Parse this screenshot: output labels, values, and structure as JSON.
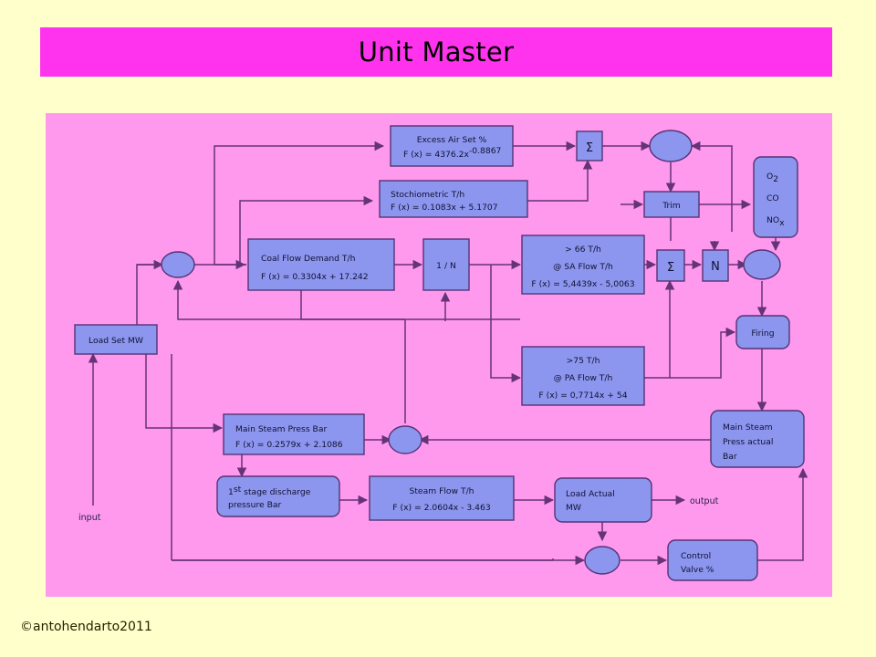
{
  "slide": {
    "title": "Unit Master",
    "copyright": "©antohendarto2011",
    "background_color": "#FFFFCC",
    "title_bar_color": "#FF33EE",
    "panel_color": "#FF99EE",
    "node_fill_color": "#8C96EE",
    "node_stroke_color": "#553377"
  },
  "diagram": {
    "type": "flow-block-diagram",
    "free_labels": {
      "input": "input",
      "output": "output"
    },
    "nodes": [
      {
        "id": "load-set-mw",
        "shape": "rect",
        "lines": [
          "Load Set  MW"
        ]
      },
      {
        "id": "excess-air-set",
        "shape": "rect",
        "lines": [
          "Excess Air Set %",
          "F (x) = 4376.2x",
          "-0.8867"
        ]
      },
      {
        "id": "stochiometric",
        "shape": "rect",
        "lines": [
          "Stochiometric T/h",
          "F (x) = 0.1083x  + 5.1707"
        ]
      },
      {
        "id": "coal-flow-demand",
        "shape": "rect",
        "lines": [
          "Coal Flow Demand T/h",
          "F (x) = 0.3304x + 17.242"
        ]
      },
      {
        "id": "one-over-n",
        "shape": "rect",
        "lines": [
          "1 / N"
        ]
      },
      {
        "id": "sa-flow",
        "shape": "rect",
        "lines": [
          "> 66 T/h",
          "@ SA Flow T/h",
          "F (x) = 5,4439x - 5,0063"
        ]
      },
      {
        "id": "pa-flow",
        "shape": "rect",
        "lines": [
          ">75 T/h",
          "@ PA Flow T/h",
          "F (x) = 0,7714x + 54"
        ]
      },
      {
        "id": "sum-top",
        "shape": "rect",
        "lines": [
          "Σ"
        ]
      },
      {
        "id": "sum-mid",
        "shape": "rect",
        "lines": [
          "Σ"
        ]
      },
      {
        "id": "n-block",
        "shape": "rect",
        "lines": [
          "N"
        ]
      },
      {
        "id": "trim",
        "shape": "rect",
        "lines": [
          "Trim"
        ]
      },
      {
        "id": "o2-co-nox",
        "shape": "round-rect",
        "lines": [
          "O",
          "2",
          "CO",
          "NO",
          "x"
        ]
      },
      {
        "id": "firing",
        "shape": "round-rect",
        "lines": [
          "Firing"
        ]
      },
      {
        "id": "main-steam-press-actual",
        "shape": "round-rect",
        "lines": [
          "Main Steam",
          "Press actual",
          "Bar"
        ]
      },
      {
        "id": "main-steam-press",
        "shape": "rect",
        "lines": [
          "Main Steam Press Bar",
          "F (x) = 0.2579x + 2.1086"
        ]
      },
      {
        "id": "first-stage-discharge",
        "shape": "round-rect",
        "lines": [
          "1",
          "st",
          " stage discharge",
          "pressure Bar"
        ]
      },
      {
        "id": "steam-flow",
        "shape": "rect",
        "lines": [
          "Steam Flow T/h",
          "F (x) = 2.0604x - 3.463"
        ]
      },
      {
        "id": "load-actual-mw",
        "shape": "round-rect",
        "lines": [
          "Load Actual",
          "MW"
        ]
      },
      {
        "id": "control-valve",
        "shape": "round-rect",
        "lines": [
          "Control",
          "Valve %"
        ]
      },
      {
        "id": "junction-left",
        "shape": "ellipse",
        "lines": []
      },
      {
        "id": "junction-air",
        "shape": "ellipse",
        "lines": []
      },
      {
        "id": "junction-fuel",
        "shape": "ellipse",
        "lines": []
      },
      {
        "id": "junction-steam",
        "shape": "ellipse",
        "lines": []
      },
      {
        "id": "junction-valve",
        "shape": "ellipse",
        "lines": []
      }
    ],
    "text": {
      "load_set_mw": "Load Set  MW",
      "excess_air_title": "Excess Air Set %",
      "excess_air_formula": "F (x) = 4376.2x",
      "excess_air_exponent": "-0.8867",
      "stochiometric_title": "Stochiometric T/h",
      "stochiometric_formula": "F (x) = 0.1083x  + 5.1707",
      "coal_flow_title": "Coal Flow Demand T/h",
      "coal_flow_formula": "F (x) = 0.3304x + 17.242",
      "one_over_n": "1 / N",
      "sa_line1": "> 66 T/h",
      "sa_line2": "@ SA Flow T/h",
      "sa_line3": "F (x) = 5,4439x - 5,0063",
      "pa_line1": ">75 T/h",
      "pa_line2": "@ PA Flow T/h",
      "pa_line3": "F (x) = 0,7714x + 54",
      "sigma_top": "Σ",
      "sigma_mid": "Σ",
      "n_block": "N",
      "trim": "Trim",
      "o2": "O",
      "o2_sub": "2",
      "co": "CO",
      "nox": "NO",
      "nox_sub": "x",
      "firing": "Firing",
      "msp_actual_line1": "Main Steam",
      "msp_actual_line2": "Press actual",
      "msp_actual_line3": "Bar",
      "msp_title": "Main Steam Press Bar",
      "msp_formula": "F (x) = 0.2579x + 2.1086",
      "first_stage_num": "1",
      "first_stage_sup": "st",
      "first_stage_rest": " stage discharge",
      "first_stage_line2": "pressure Bar",
      "steam_flow_title": "Steam Flow T/h",
      "steam_flow_formula": "F (x) = 2.0604x - 3.463",
      "load_actual_line1": "Load Actual",
      "load_actual_line2": "MW",
      "control_valve_line1": "Control",
      "control_valve_line2": "Valve %",
      "input_label": "input",
      "output_label": "output"
    }
  }
}
